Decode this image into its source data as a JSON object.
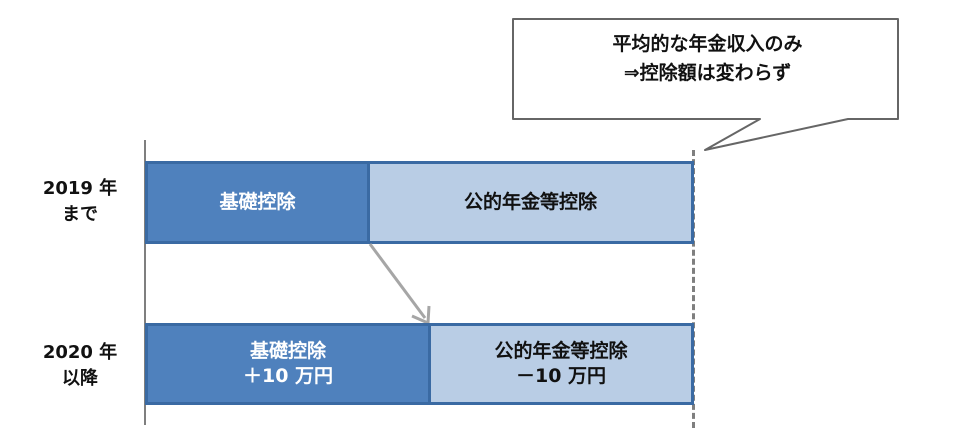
{
  "callout": {
    "line1": "平均的な年金収入のみ",
    "line2": "⇒控除額は変わらず"
  },
  "rows": [
    {
      "label_line1": "2019 年",
      "label_line2": "まで",
      "basic_label": "基礎控除",
      "pension_label": "公的年金等控除"
    },
    {
      "label_line1": "2020 年",
      "label_line2": "以降",
      "basic_label": "基礎控除",
      "basic_change": "＋10 万円",
      "pension_label": "公的年金等控除",
      "pension_change": "－10 万円"
    }
  ],
  "colors": {
    "basic_fill": "#4f81bd",
    "pension_fill": "#b9cde5",
    "border": "#3a6aa3",
    "lines": "#7f7f7f"
  }
}
